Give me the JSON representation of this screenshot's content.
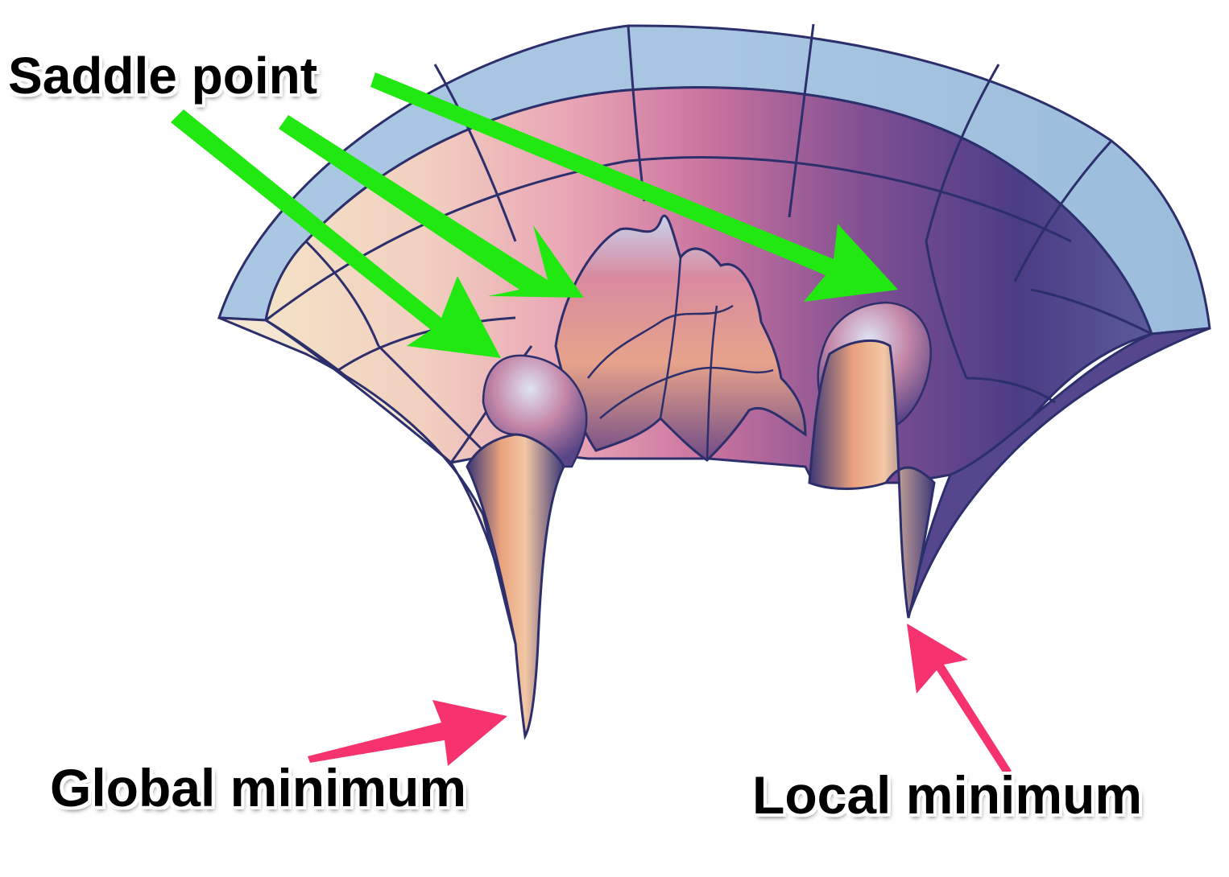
{
  "labels": {
    "saddle_point": "Saddle point",
    "global_minimum": "Global minimum",
    "local_minimum": "Local minimum"
  },
  "colors": {
    "saddle_arrow": "#22e812",
    "minimum_arrow": "#f7336f",
    "mesh_line": "#2c2f6b",
    "rim_blue": "#9ec0de",
    "inner_pink": "#d98aa8",
    "inner_purple": "#4b3c86"
  }
}
